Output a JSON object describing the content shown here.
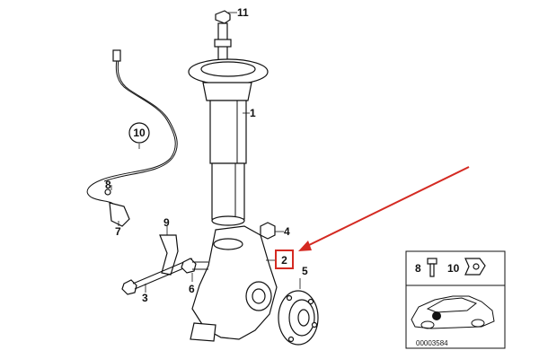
{
  "callouts": {
    "strut": "1",
    "knuckle": "2",
    "bolt_3": "3",
    "nut_4": "4",
    "hub": "5",
    "bolt_6": "6",
    "sensor": "7",
    "screw_8": "8",
    "bracket_9": "9",
    "clip_10": "10",
    "nut_11": "11"
  },
  "inset": {
    "label_8": "8",
    "label_10": "10",
    "diagram_number": "00003584"
  },
  "colors": {
    "highlight_box": "#d42a22",
    "arrow": "#d42a22",
    "line": "#111111"
  }
}
